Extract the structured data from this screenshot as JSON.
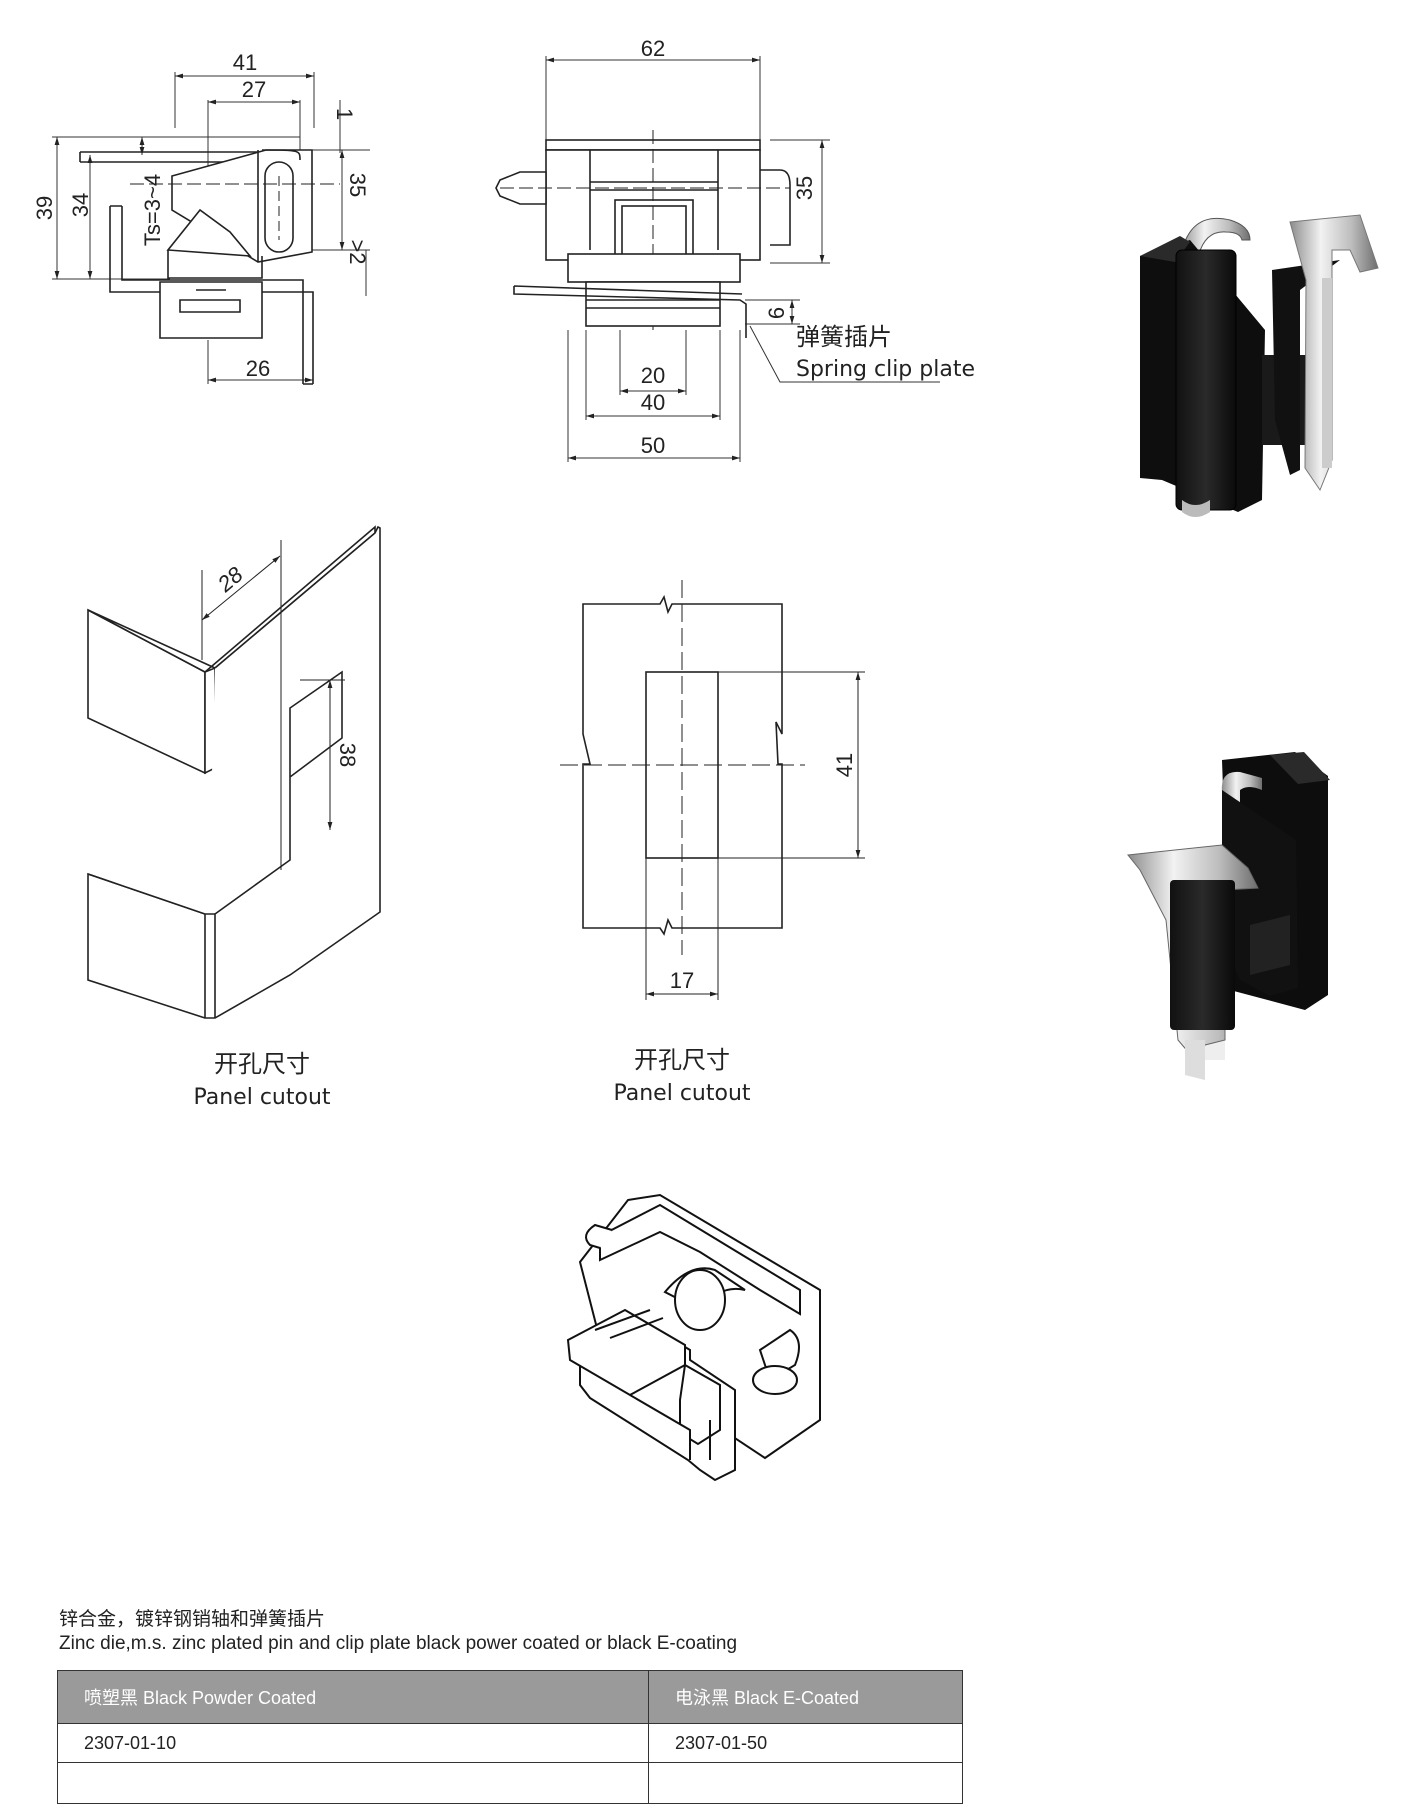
{
  "front_view": {
    "dims": [
      "41",
      "27",
      "1",
      "39",
      "34",
      "Ts=3~4",
      "35",
      ">2",
      "26"
    ]
  },
  "side_view": {
    "dims": [
      "62",
      "35",
      "6",
      "20",
      "40",
      "50"
    ],
    "callout_cn": "弹簧插片",
    "callout_en": "Spring clip plate"
  },
  "cutout_left": {
    "dims": [
      "28",
      "38"
    ],
    "caption_cn": "开孔尺寸",
    "caption_en": "Panel cutout"
  },
  "cutout_right": {
    "dims": [
      "41",
      "17"
    ],
    "caption_cn": "开孔尺寸",
    "caption_en": "Panel cutout"
  },
  "material": {
    "cn": "锌合金，镀锌钢销轴和弹簧插片",
    "en": "Zinc die,m.s. zinc plated pin and clip plate black power coated or black E-coating"
  },
  "table": {
    "headers": [
      "喷塑黑 Black  Powder Coated",
      "电泳黑 Black E-Coated"
    ],
    "rows": [
      [
        "2307-01-10",
        "2307-01-50"
      ],
      [
        "",
        ""
      ]
    ],
    "header_bg": "#9a9a9a"
  },
  "images": [
    "hinge-photo-black-1",
    "hinge-photo-black-2",
    "hinge-isometric-drawing"
  ]
}
